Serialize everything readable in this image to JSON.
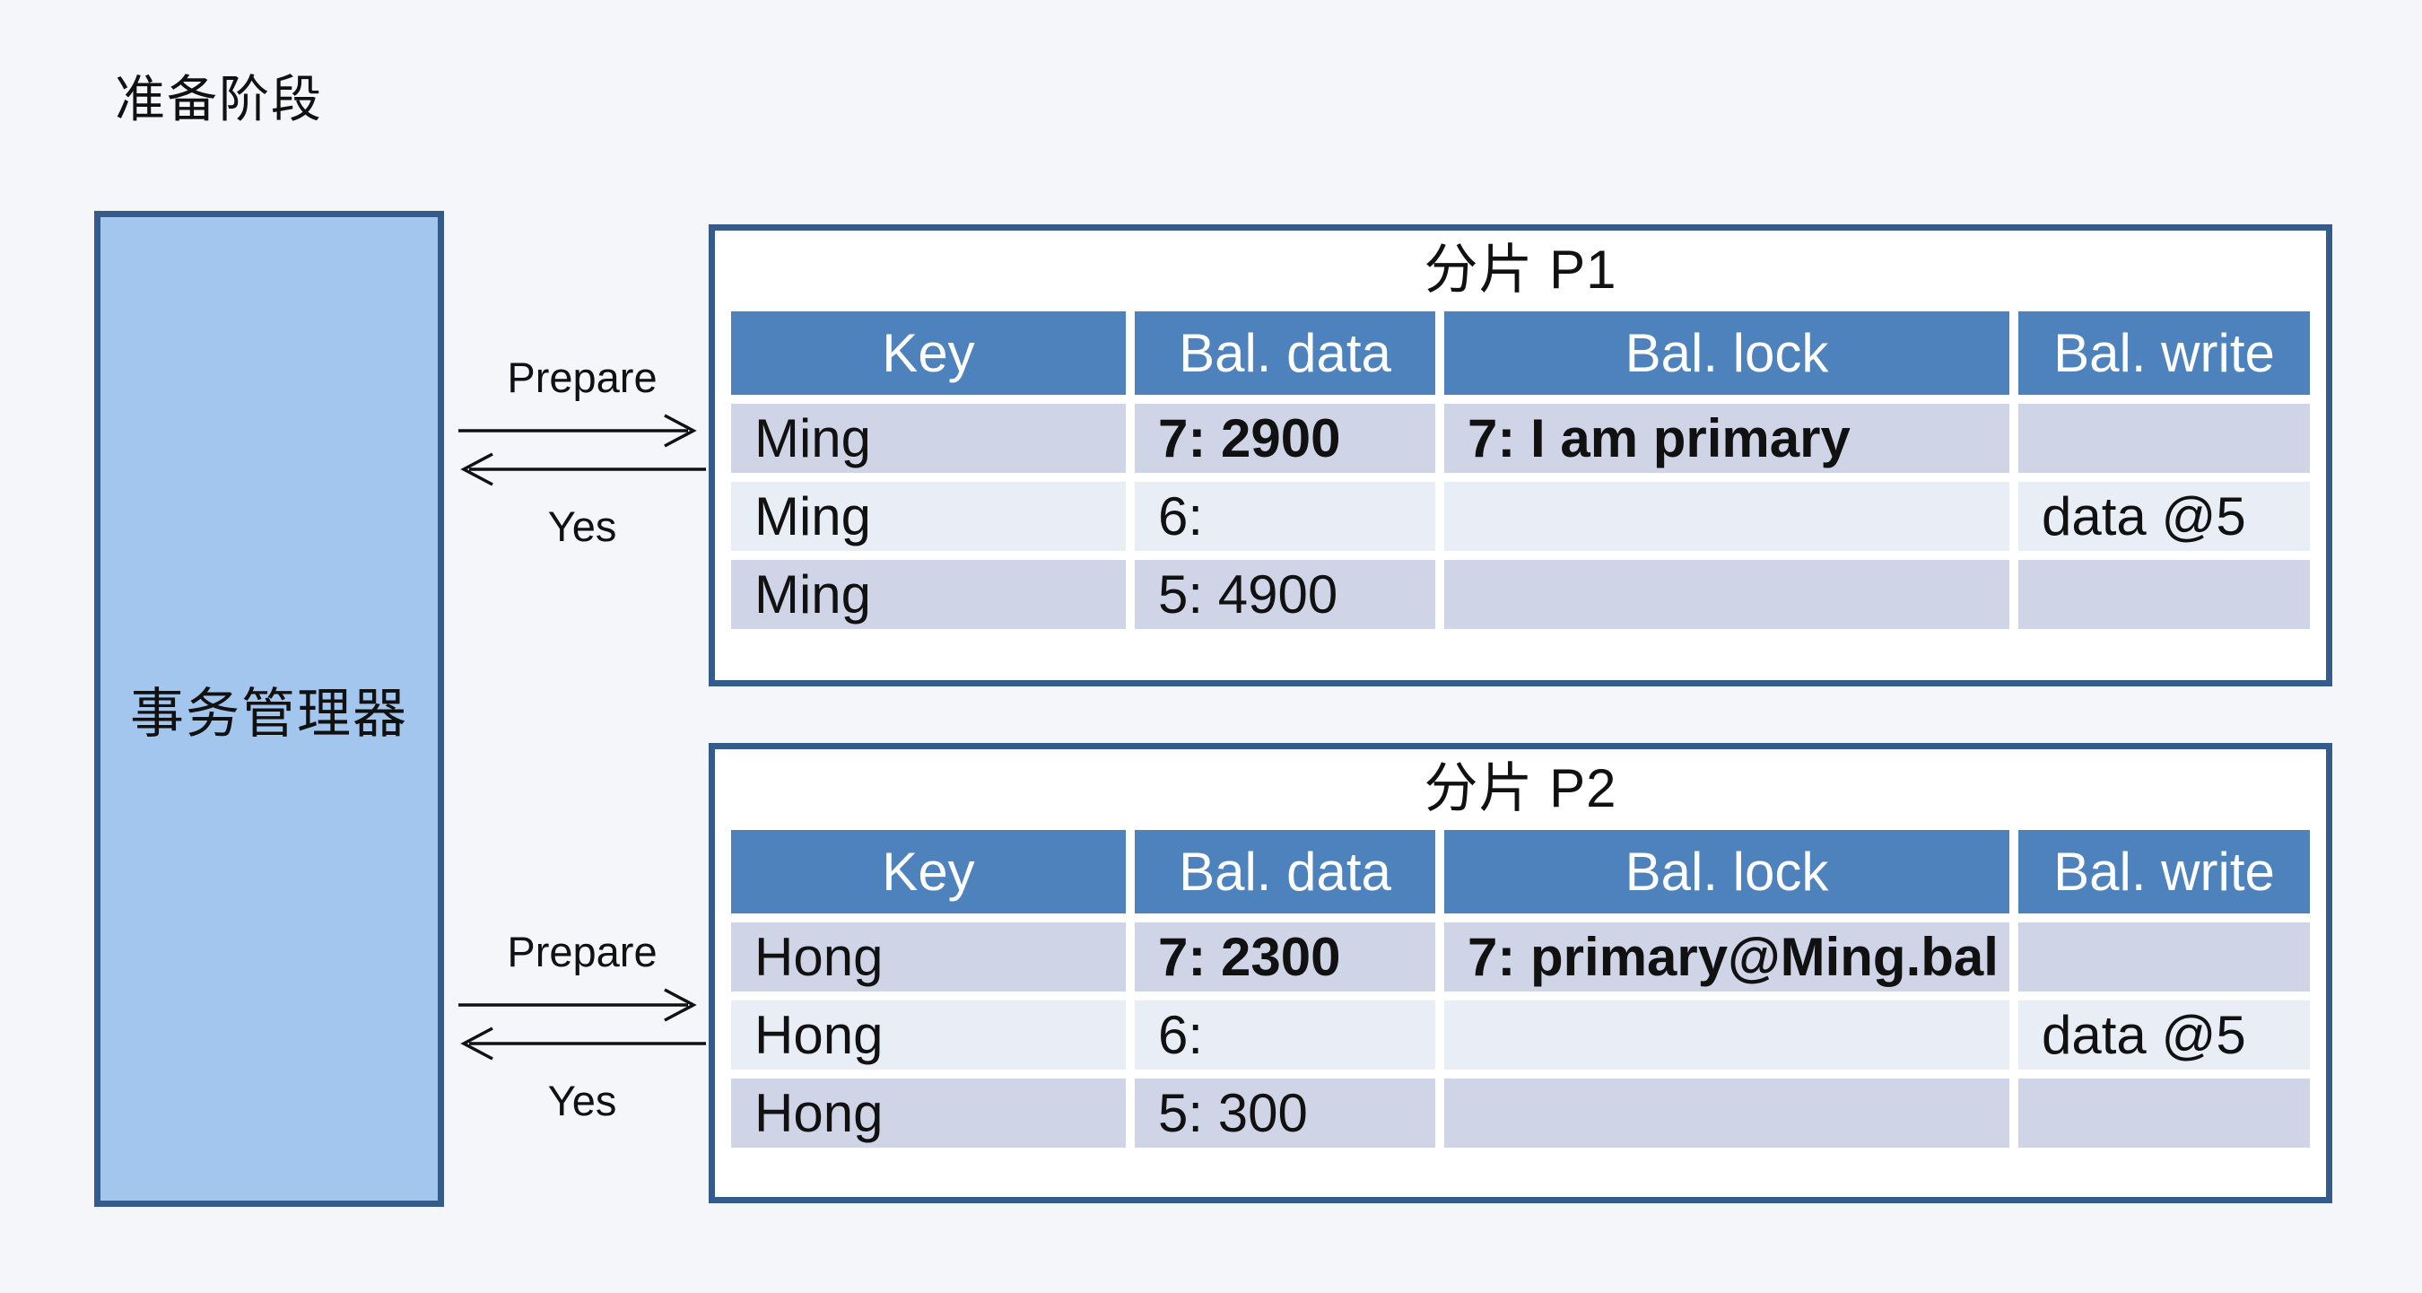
{
  "page": {
    "title": "准备阶段"
  },
  "manager": {
    "label": "事务管理器"
  },
  "flows": [
    {
      "request": "Prepare",
      "response": "Yes"
    },
    {
      "request": "Prepare",
      "response": "Yes"
    }
  ],
  "shards": [
    {
      "title": "分片 P1",
      "columns": [
        "Key",
        "Bal. data",
        "Bal. lock",
        "Bal. write"
      ],
      "rows": [
        [
          "Ming",
          "7: 2900",
          "7: I am primary",
          ""
        ],
        [
          "Ming",
          "6:",
          "",
          "data @5"
        ],
        [
          "Ming",
          "5: 4900",
          "",
          ""
        ]
      ],
      "bold_cells": [
        [
          0,
          1
        ],
        [
          0,
          2
        ]
      ]
    },
    {
      "title": "分片 P2",
      "columns": [
        "Key",
        "Bal. data",
        "Bal. lock",
        "Bal. write"
      ],
      "rows": [
        [
          "Hong",
          "7: 2300",
          "7: primary@Ming.bal",
          ""
        ],
        [
          "Hong",
          "6:",
          "",
          "data @5"
        ],
        [
          "Hong",
          "5: 300",
          "",
          ""
        ]
      ],
      "bold_cells": [
        [
          0,
          1
        ],
        [
          0,
          2
        ]
      ]
    }
  ],
  "colors": {
    "frame": "#355a8c",
    "header": "#4e82bc",
    "row_dark": "#cfd5e6",
    "row_light": "#e9edf6",
    "box_fill": "#a3c6ee",
    "page_bg": "#f5f6fa",
    "ink": "#111111"
  }
}
